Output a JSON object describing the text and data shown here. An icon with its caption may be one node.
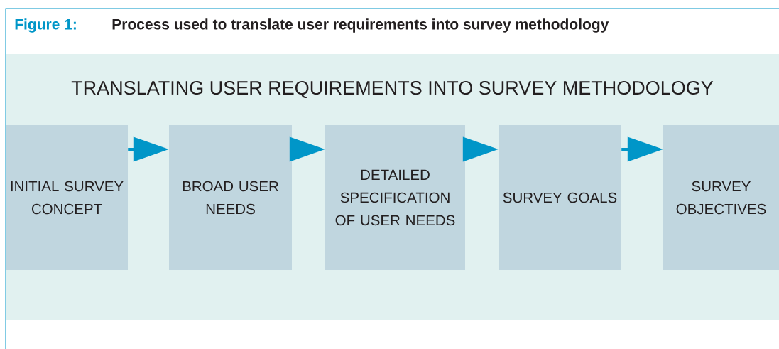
{
  "diagram": {
    "title": "Process used to translate user requirements into survey methodology",
    "nodes": [
      {
        "text": [
          "TRANSLATING USER REQUIREMENTS INTO SURVEY METHODOLOGY"
        ]
      },
      {
        "text": [
          "INITIAL SURVEY CONCEPT"
        ],
        "in": 0
      },
      {
        "text": [
          "BROAD USER NEEDS"
        ],
        "in": 0
      },
      {
        "text": [
          "DETAILED SPECIFICATION OF USER NEEDS"
        ],
        "in": 0
      },
      {
        "text": [
          "SURVEY GOALS"
        ],
        "in": 0
      },
      {
        "text": [
          "SURVEY OBJECTIVES"
        ],
        "in": 0
      }
    ],
    "edges": [
      {
        "from": 1,
        "to": 2,
        "arrow": "to"
      },
      {
        "from": 2,
        "to": 3,
        "arrow": "to"
      },
      {
        "from": 3,
        "to": 4,
        "arrow": "to"
      },
      {
        "from": 4,
        "to": 5,
        "arrow": "to"
      }
    ],
    "labels": [
      "Figure 1:"
    ]
  }
}
